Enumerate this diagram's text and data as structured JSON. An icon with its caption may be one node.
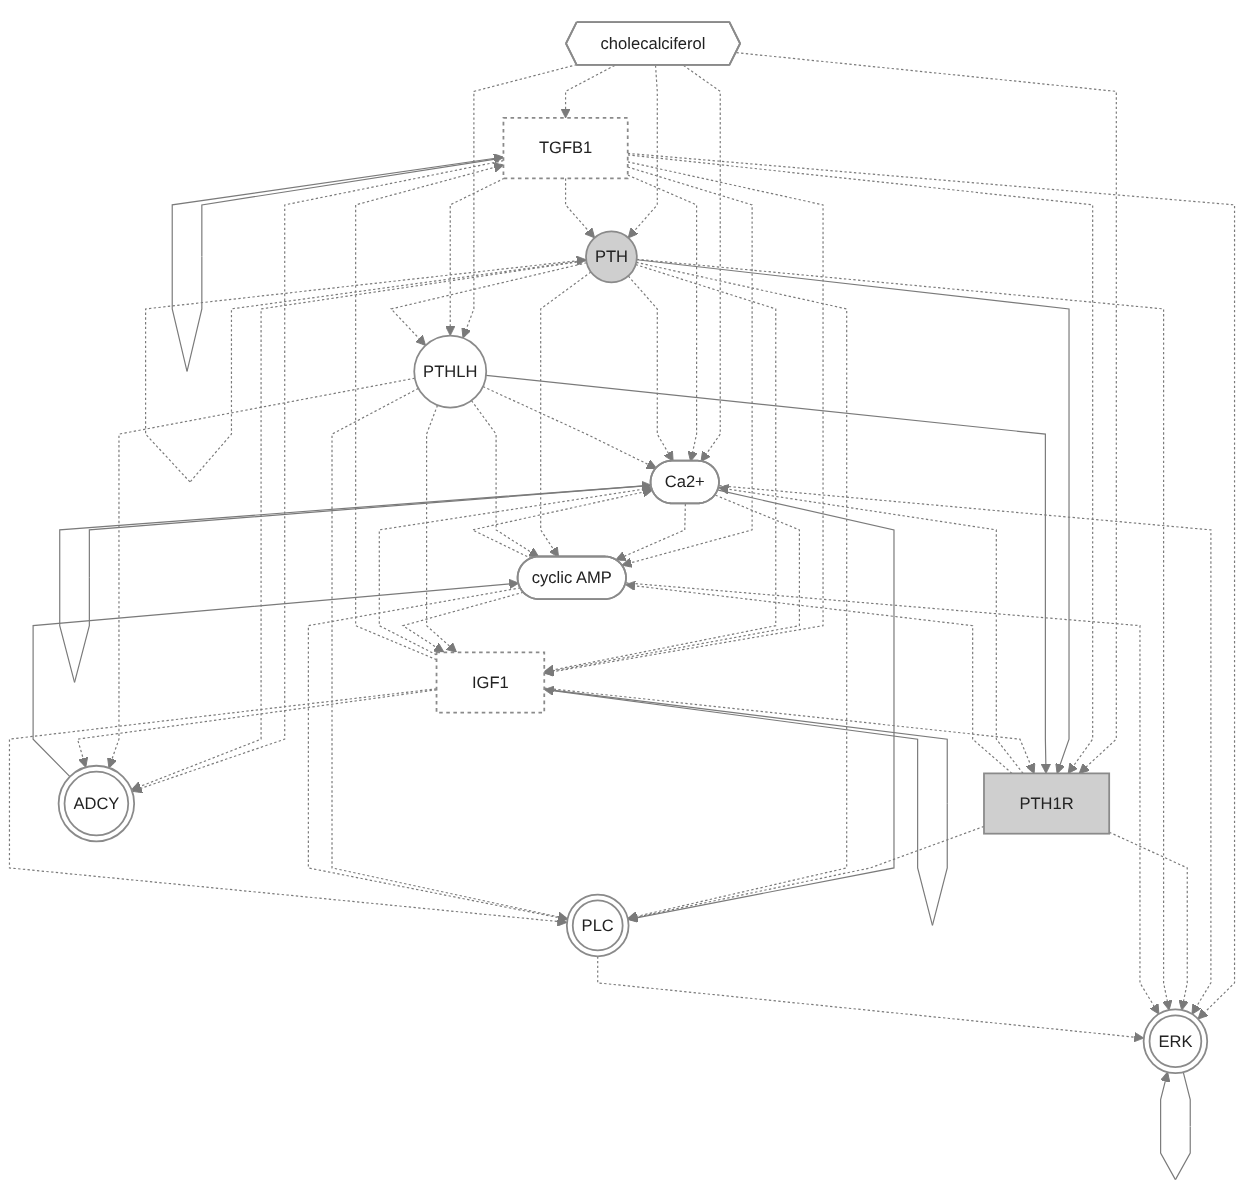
{
  "diagram": {
    "nodes": [
      {
        "text": [
          "TGFB1"
        ]
      },
      {
        "text": [
          "cholecalciferol"
        ]
      },
      {
        "text": [
          "Ca2+"
        ]
      },
      {
        "text": [
          "ERK"
        ]
      },
      {
        "text": [
          "PTH1R"
        ]
      },
      {
        "text": [
          "PTH"
        ]
      },
      {
        "text": [
          "PTHLH"
        ]
      },
      {
        "text": [
          "cyclic AMP"
        ]
      },
      {
        "text": [
          "PLC"
        ]
      },
      {
        "text": [
          "IGF1"
        ]
      },
      {
        "text": [
          "ADCY"
        ]
      }
    ],
    "edges": [
      {
        "from": 0,
        "to": 0,
        "arrow": "to"
      },
      {
        "from": 2,
        "to": 2,
        "arrow": "to"
      },
      {
        "from": 3,
        "to": 3,
        "arrow": "to"
      },
      {
        "from": 5,
        "to": 5,
        "arrow": "to",
        "style": "dashed"
      },
      {
        "from": 9,
        "to": 9,
        "arrow": "to"
      },
      {
        "from": 1,
        "to": 0,
        "arrow": "to",
        "style": "dashed"
      },
      {
        "from": 1,
        "to": 2,
        "arrow": "to",
        "style": "dashed"
      },
      {
        "from": 1,
        "to": 4,
        "arrow": "to",
        "style": "dashed"
      },
      {
        "from": 1,
        "to": 5,
        "arrow": "to",
        "style": "dashed"
      },
      {
        "from": 1,
        "to": 6,
        "arrow": "to",
        "style": "dashed"
      },
      {
        "from": 0,
        "to": 2,
        "arrow": "to",
        "style": "dashed"
      },
      {
        "from": 0,
        "to": 3,
        "arrow": "to",
        "style": "dashed"
      },
      {
        "from": 0,
        "to": 4,
        "arrow": "to",
        "style": "dashed"
      },
      {
        "from": 0,
        "to": 5,
        "arrow": "to",
        "style": "dashed"
      },
      {
        "from": 0,
        "to": 6,
        "arrow": "to",
        "style": "dashed"
      },
      {
        "from": 0,
        "to": 7,
        "arrow": "to",
        "style": "dashed"
      },
      {
        "from": 0,
        "to": 9,
        "arrow": "to",
        "style": "dashed"
      },
      {
        "from": 0,
        "to": 10,
        "arrow": "to",
        "style": "dashed"
      },
      {
        "from": 2,
        "to": 3,
        "arrow": "to",
        "style": "dashed"
      },
      {
        "from": 2,
        "to": 7,
        "arrow": "to",
        "style": "dashed"
      },
      {
        "from": 2,
        "to": 8,
        "arrow": "to"
      },
      {
        "from": 2,
        "to": 9,
        "arrow": "to",
        "style": "dashed"
      },
      {
        "from": 4,
        "to": 2,
        "arrow": "to",
        "style": "dashed"
      },
      {
        "from": 5,
        "to": 2,
        "arrow": "to",
        "style": "dashed"
      },
      {
        "from": 6,
        "to": 2,
        "arrow": "to",
        "style": "dashed"
      },
      {
        "from": 7,
        "to": 2,
        "arrow": "to",
        "style": "dashed"
      },
      {
        "from": 9,
        "to": 2,
        "arrow": "to",
        "style": "dashed"
      },
      {
        "from": 4,
        "to": 3,
        "arrow": "to",
        "style": "dashed"
      },
      {
        "from": 5,
        "to": 3,
        "arrow": "to",
        "style": "dashed"
      },
      {
        "from": 7,
        "to": 3,
        "arrow": "to",
        "style": "dashed"
      },
      {
        "from": 8,
        "to": 3,
        "arrow": "to",
        "style": "dashed"
      },
      {
        "from": 9,
        "to": 0,
        "arrow": "to",
        "style": "dashed"
      },
      {
        "from": 5,
        "to": 4,
        "arrow": "to"
      },
      {
        "from": 6,
        "to": 4,
        "arrow": "to"
      },
      {
        "from": 4,
        "to": 7,
        "arrow": "to",
        "style": "dashed"
      },
      {
        "from": 4,
        "to": 8,
        "arrow": "to",
        "style": "dashed"
      },
      {
        "from": 9,
        "to": 4,
        "arrow": "to",
        "style": "dashed"
      },
      {
        "from": 5,
        "to": 6,
        "arrow": "to",
        "style": "dashed"
      },
      {
        "from": 5,
        "to": 7,
        "arrow": "to",
        "style": "dashed"
      },
      {
        "from": 5,
        "to": 8,
        "arrow": "to",
        "style": "dashed"
      },
      {
        "from": 5,
        "to": 9,
        "arrow": "to",
        "style": "dashed"
      },
      {
        "from": 5,
        "to": 10,
        "arrow": "to",
        "style": "dashed"
      },
      {
        "from": 6,
        "to": 7,
        "arrow": "to",
        "style": "dashed"
      },
      {
        "from": 6,
        "to": 8,
        "arrow": "to",
        "style": "dashed"
      },
      {
        "from": 6,
        "to": 9,
        "arrow": "to",
        "style": "dashed"
      },
      {
        "from": 6,
        "to": 10,
        "arrow": "to",
        "style": "dashed"
      },
      {
        "from": 10,
        "to": 7,
        "arrow": "to"
      },
      {
        "from": 7,
        "to": 9,
        "arrow": "to",
        "style": "dashed"
      },
      {
        "from": 7,
        "to": 8,
        "arrow": "to",
        "style": "dashed"
      },
      {
        "from": 9,
        "to": 8,
        "arrow": "to",
        "style": "dashed"
      },
      {
        "from": 9,
        "to": 10,
        "arrow": "to",
        "style": "dashed"
      }
    ]
  }
}
